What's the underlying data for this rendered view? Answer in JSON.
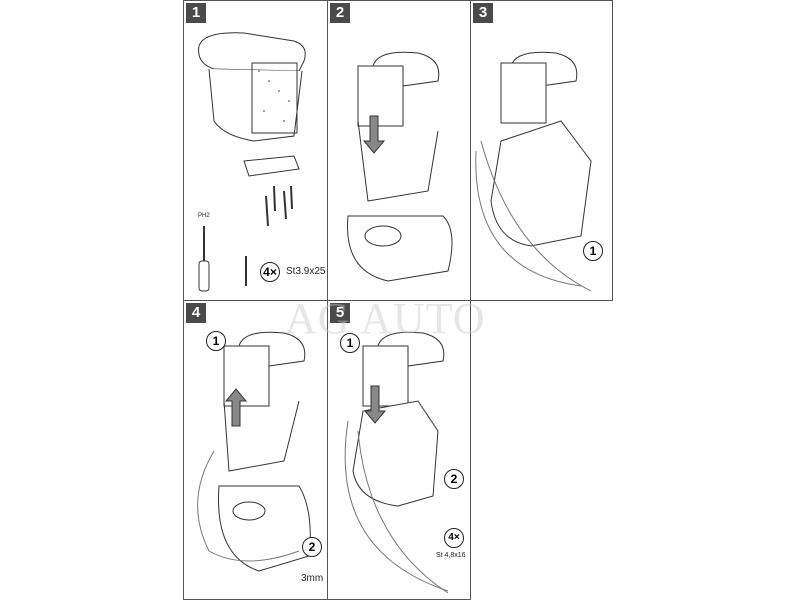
{
  "watermark": "AG AUTO",
  "steps": [
    {
      "number": "1",
      "tool_label": "PH2",
      "quantity": "4×",
      "screw_spec": "St3.9x25"
    },
    {
      "number": "2"
    },
    {
      "number": "3",
      "sub_step": "1"
    },
    {
      "number": "4",
      "sub_step_1": "1",
      "sub_step_2": "2",
      "hex_key": "3mm"
    },
    {
      "number": "5",
      "sub_step_1": "1",
      "sub_step_2": "2",
      "quantity": "4×",
      "screw_spec": "St 4,8x16"
    }
  ]
}
